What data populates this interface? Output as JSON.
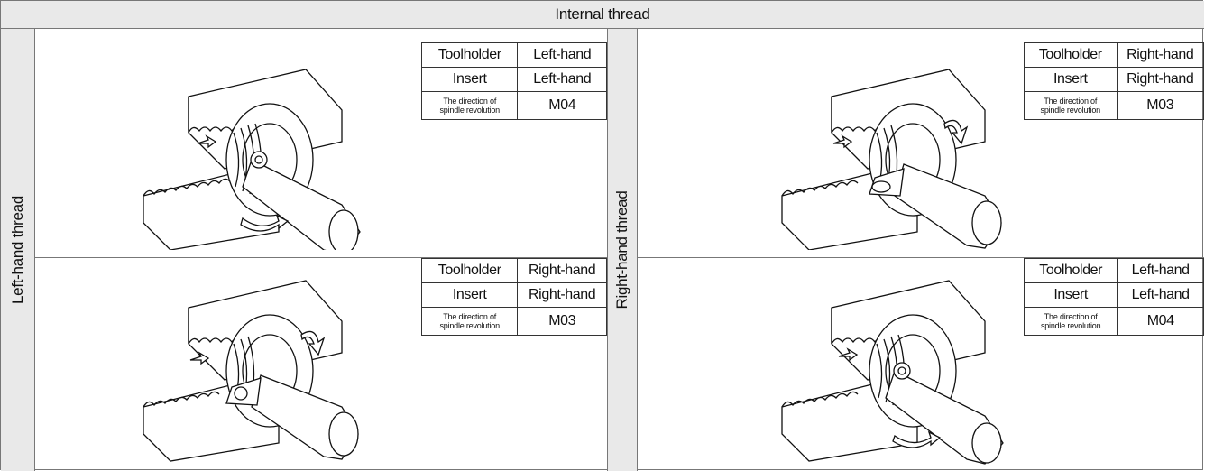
{
  "header": {
    "title": "Internal thread"
  },
  "sides": {
    "left": "Left-hand thread",
    "right": "Right-hand thread"
  },
  "spec_labels": {
    "toolholder": "Toolholder",
    "insert": "Insert",
    "spindle_line1": "The direction of",
    "spindle_line2": "spindle revolution"
  },
  "cells": [
    {
      "toolholder": "Left-hand",
      "insert": "Left-hand",
      "spindle": "M04"
    },
    {
      "toolholder": "Right-hand",
      "insert": "Right-hand",
      "spindle": "M03"
    },
    {
      "toolholder": "Right-hand",
      "insert": "Right-hand",
      "spindle": "M03"
    },
    {
      "toolholder": "Left-hand",
      "insert": "Left-hand",
      "spindle": "M04"
    }
  ]
}
